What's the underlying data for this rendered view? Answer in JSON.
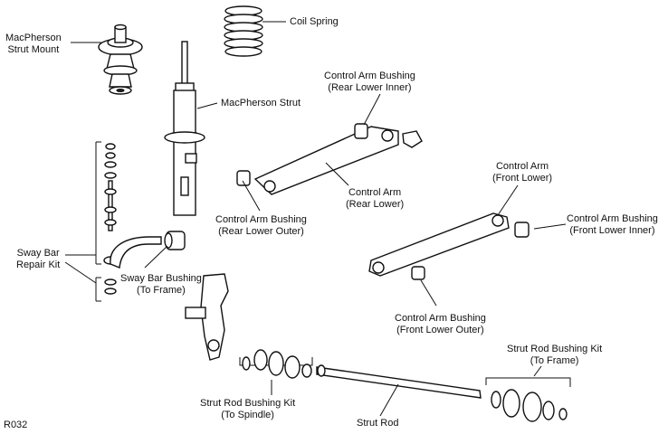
{
  "diagram": {
    "code": "R032",
    "labels": {
      "macpherson_mount": [
        "MacPherson",
        "Strut Mount"
      ],
      "coil_spring": "Coil Spring",
      "macpherson_strut": "MacPherson Strut",
      "ca_bushing_rear_lower_inner": [
        "Control Arm Bushing",
        "(Rear Lower Inner)"
      ],
      "ca_rear_lower": [
        "Control Arm",
        "(Rear Lower)"
      ],
      "ca_bushing_rear_lower_outer": [
        "Control Arm Bushing",
        "(Rear Lower Outer)"
      ],
      "ca_front_lower": [
        "Control Arm",
        "(Front Lower)"
      ],
      "ca_bushing_front_lower_inner": [
        "Control Arm Bushing",
        "(Front Lower Inner)"
      ],
      "ca_bushing_front_lower_outer": [
        "Control Arm Bushing",
        "(Front Lower Outer)"
      ],
      "sway_bar_repair_kit": [
        "Sway Bar",
        "Repair Kit"
      ],
      "sway_bar_bushing": [
        "Sway Bar Bushing",
        "(To Frame)"
      ],
      "strut_rod_bushing_kit_spindle": [
        "Strut Rod Bushing Kit",
        "(To Spindle)"
      ],
      "strut_rod": "Strut Rod",
      "strut_rod_bushing_kit_frame": [
        "Strut Rod Bushing Kit",
        "(To Frame)"
      ]
    }
  }
}
